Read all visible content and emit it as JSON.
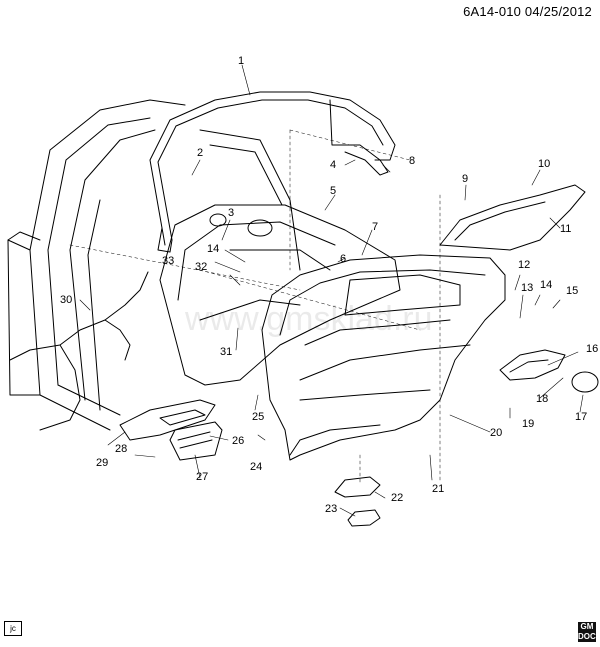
{
  "header": {
    "doc_id": "6A14-010",
    "date": "04/25/2012"
  },
  "watermark": "www.gmsklad.ru",
  "corner_tag": "jc",
  "brand_badge": {
    "line1": "GM",
    "line2": "DOCS"
  },
  "callouts": [
    {
      "n": "1"
    },
    {
      "n": "2"
    },
    {
      "n": "3"
    },
    {
      "n": "4"
    },
    {
      "n": "5"
    },
    {
      "n": "6"
    },
    {
      "n": "7"
    },
    {
      "n": "8"
    },
    {
      "n": "9"
    },
    {
      "n": "10"
    },
    {
      "n": "11"
    },
    {
      "n": "12"
    },
    {
      "n": "13"
    },
    {
      "n": "14"
    },
    {
      "n": "14"
    },
    {
      "n": "15"
    },
    {
      "n": "16"
    },
    {
      "n": "17"
    },
    {
      "n": "18"
    },
    {
      "n": "19"
    },
    {
      "n": "20"
    },
    {
      "n": "21"
    },
    {
      "n": "22"
    },
    {
      "n": "23"
    },
    {
      "n": "24"
    },
    {
      "n": "25"
    },
    {
      "n": "26"
    },
    {
      "n": "27"
    },
    {
      "n": "28"
    },
    {
      "n": "29"
    },
    {
      "n": "30"
    },
    {
      "n": "31"
    },
    {
      "n": "32"
    },
    {
      "n": "33"
    }
  ]
}
